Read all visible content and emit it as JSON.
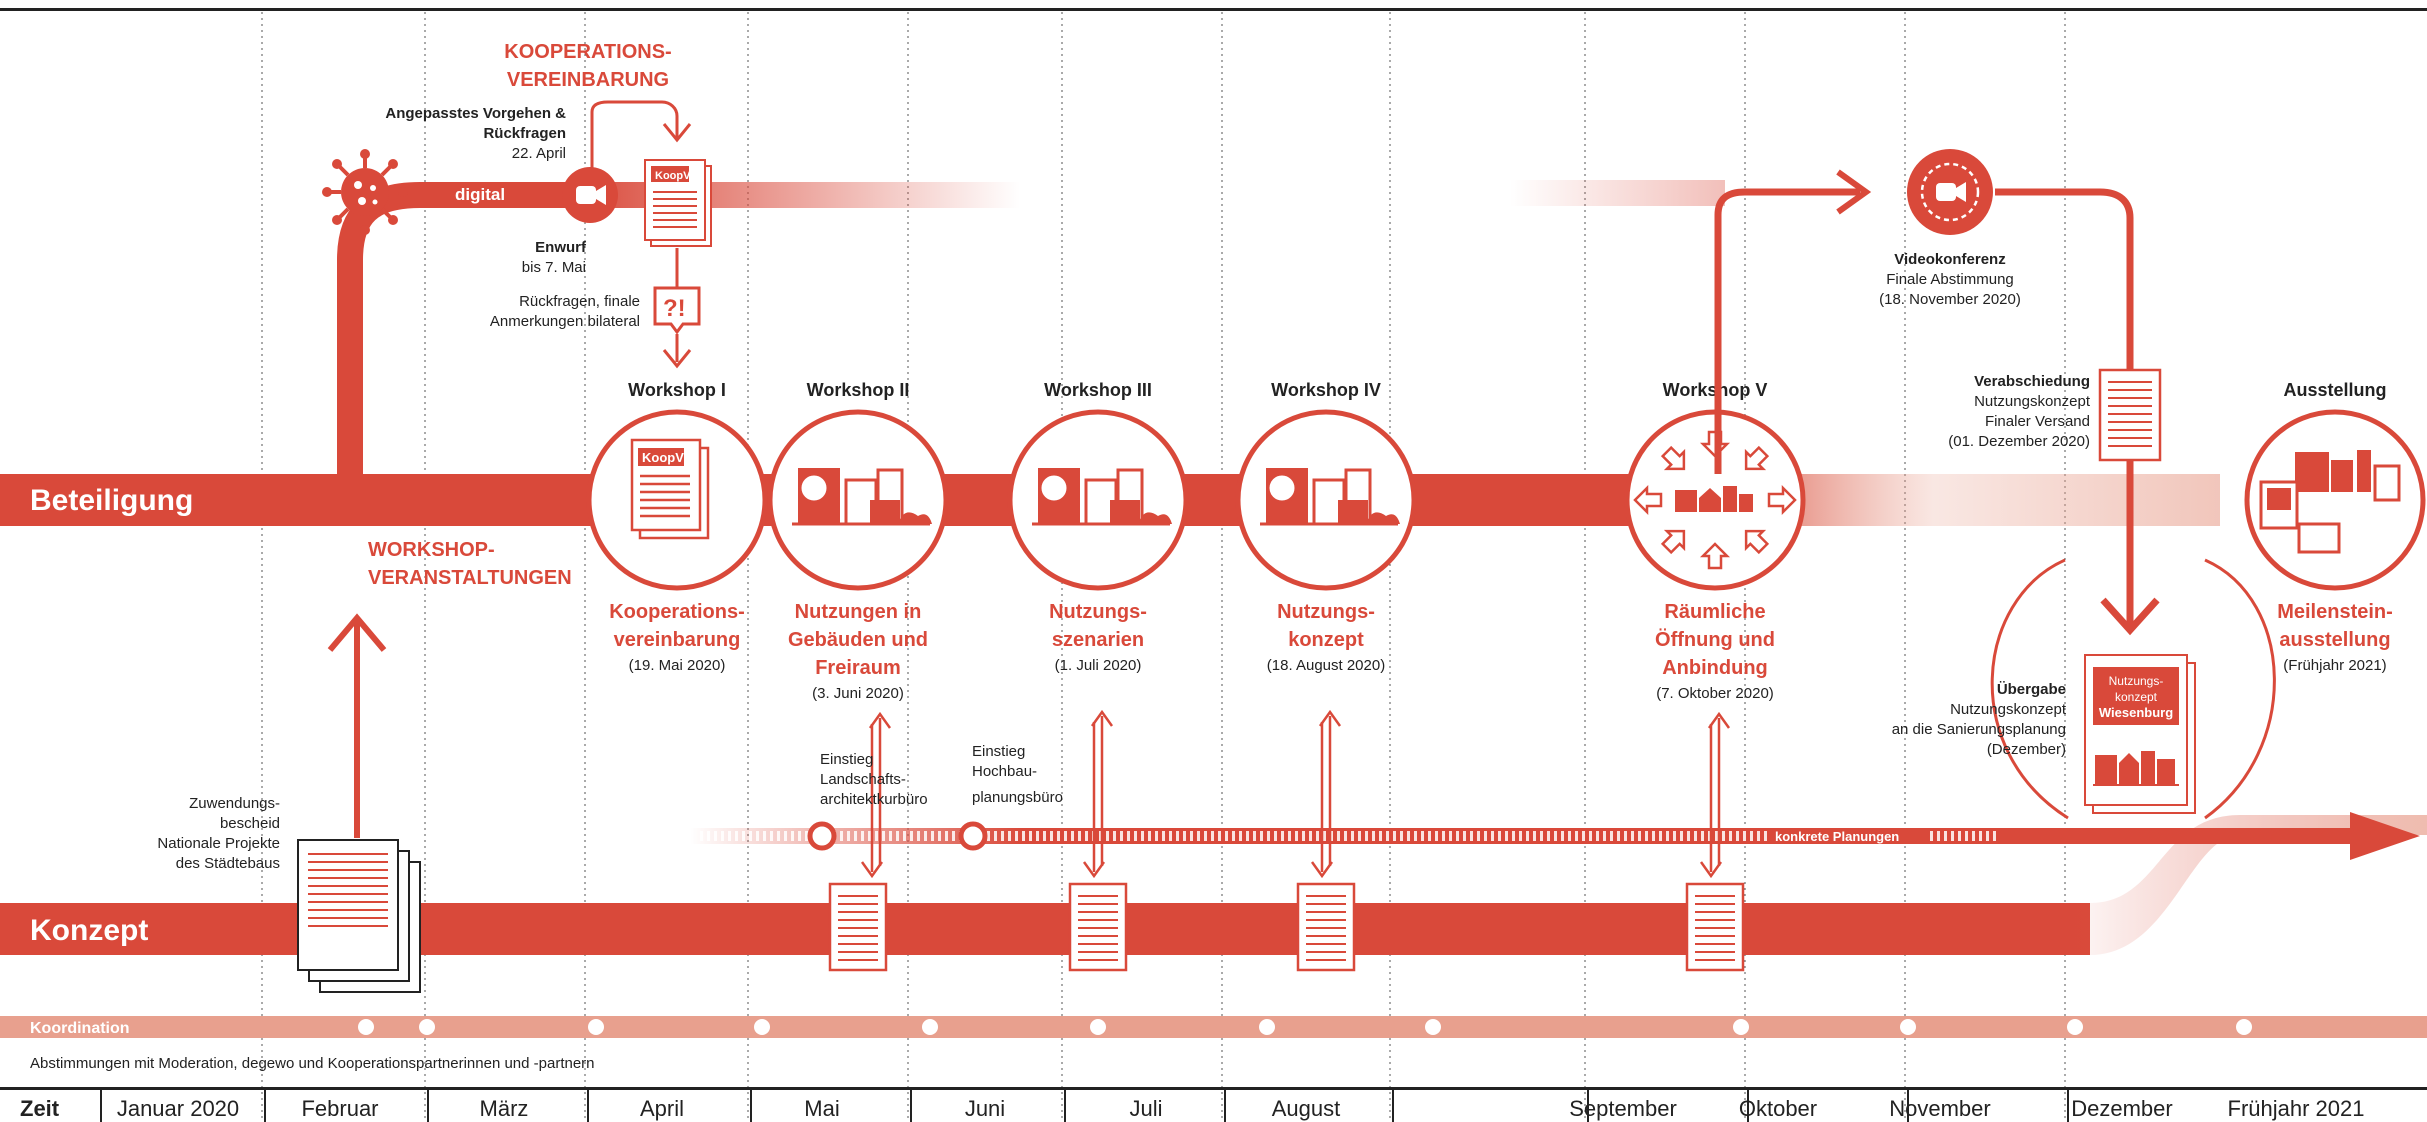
{
  "lanes": {
    "beteiligung": "Beteiligung",
    "konzept": "Konzept",
    "koordination": "Koordination",
    "koordination_note": "Abstimmungen mit Moderation, degewo und Kooperationspartnerinnen und -partnern",
    "zeit": "Zeit"
  },
  "months": [
    "Januar 2020",
    "Februar",
    "März",
    "April",
    "Mai",
    "Juni",
    "Juli",
    "August",
    "September",
    "Oktober",
    "November",
    "Dezember",
    "Frühjahr 2021"
  ],
  "koopv": {
    "title1": "KOOPERATIONS-",
    "title2": "VEREINBARUNG",
    "vorgehen1": "Angepasstes Vorgehen &",
    "vorgehen2": "Rückfragen",
    "vorgehen3": "22. April",
    "digital": "digital",
    "entwurf1": "Enwurf",
    "entwurf2": "bis 7. Mai",
    "rueck1": "Rückfragen, finale",
    "rueck2": "Anmerkungen bilateral",
    "doc_label": "KoopV",
    "qmark": "?!"
  },
  "workshop_label1": "WORKSHOP-",
  "workshop_label2": "VERANSTALTUNGEN",
  "workshops": [
    {
      "title": "Workshop I",
      "r1": "Kooperations-",
      "r2": "vereinbarung",
      "r3": "",
      "date": "(19. Mai 2020)",
      "doc": "KoopV"
    },
    {
      "title": "Workshop II",
      "r1": "Nutzungen in",
      "r2": "Gebäuden und",
      "r3": "Freiraum",
      "date": "(3. Juni 2020)"
    },
    {
      "title": "Workshop III",
      "r1": "Nutzungs-",
      "r2": "szenarien",
      "r3": "",
      "date": "(1. Juli 2020)"
    },
    {
      "title": "Workshop IV",
      "r1": "Nutzungs-",
      "r2": "konzept",
      "r3": "",
      "date": "(18. August 2020)"
    },
    {
      "title": "Workshop V",
      "r1": "Räumliche",
      "r2": "Öffnung und",
      "r3": "Anbindung",
      "date": "(7. Oktober 2020)"
    },
    {
      "title": "Ausstellung",
      "r1": "Meilenstein-",
      "r2": "ausstellung",
      "r3": "",
      "date": "(Frühjahr 2021)"
    }
  ],
  "video": {
    "l1": "Videokonferenz",
    "l2": "Finale Abstimmung",
    "l3": "(18. November 2020)"
  },
  "verabschiedung": {
    "l1": "Verabschiedung",
    "l2": "Nutzungskonzept",
    "l3": "Finaler Versand",
    "l4": "(01. Dezember 2020)"
  },
  "uebergabe": {
    "l1": "Übergabe",
    "l2": "Nutzungskonzept",
    "l3": "an die Sanierungsplanung",
    "l4": "(Dezember)",
    "doc1": "Nutzungs-",
    "doc2": "konzept",
    "doc3": "Wiesenburg"
  },
  "zuwendung": {
    "l1": "Zuwendungs-",
    "l2": "bescheid",
    "l3": "Nationale Projekte",
    "l4": "des Städtebaus"
  },
  "einstieg1": {
    "l1": "Einstieg",
    "l2": "Landschafts-",
    "l3": "architektkurbüro"
  },
  "einstieg2": {
    "l1": "Einstieg",
    "l2": "Hochbau-",
    "l3": "planungsbüro"
  },
  "konkrete": "konkrete Planungen",
  "colors": {
    "red": "#d9493a",
    "light": "#e8a08e",
    "text": "#222222"
  }
}
